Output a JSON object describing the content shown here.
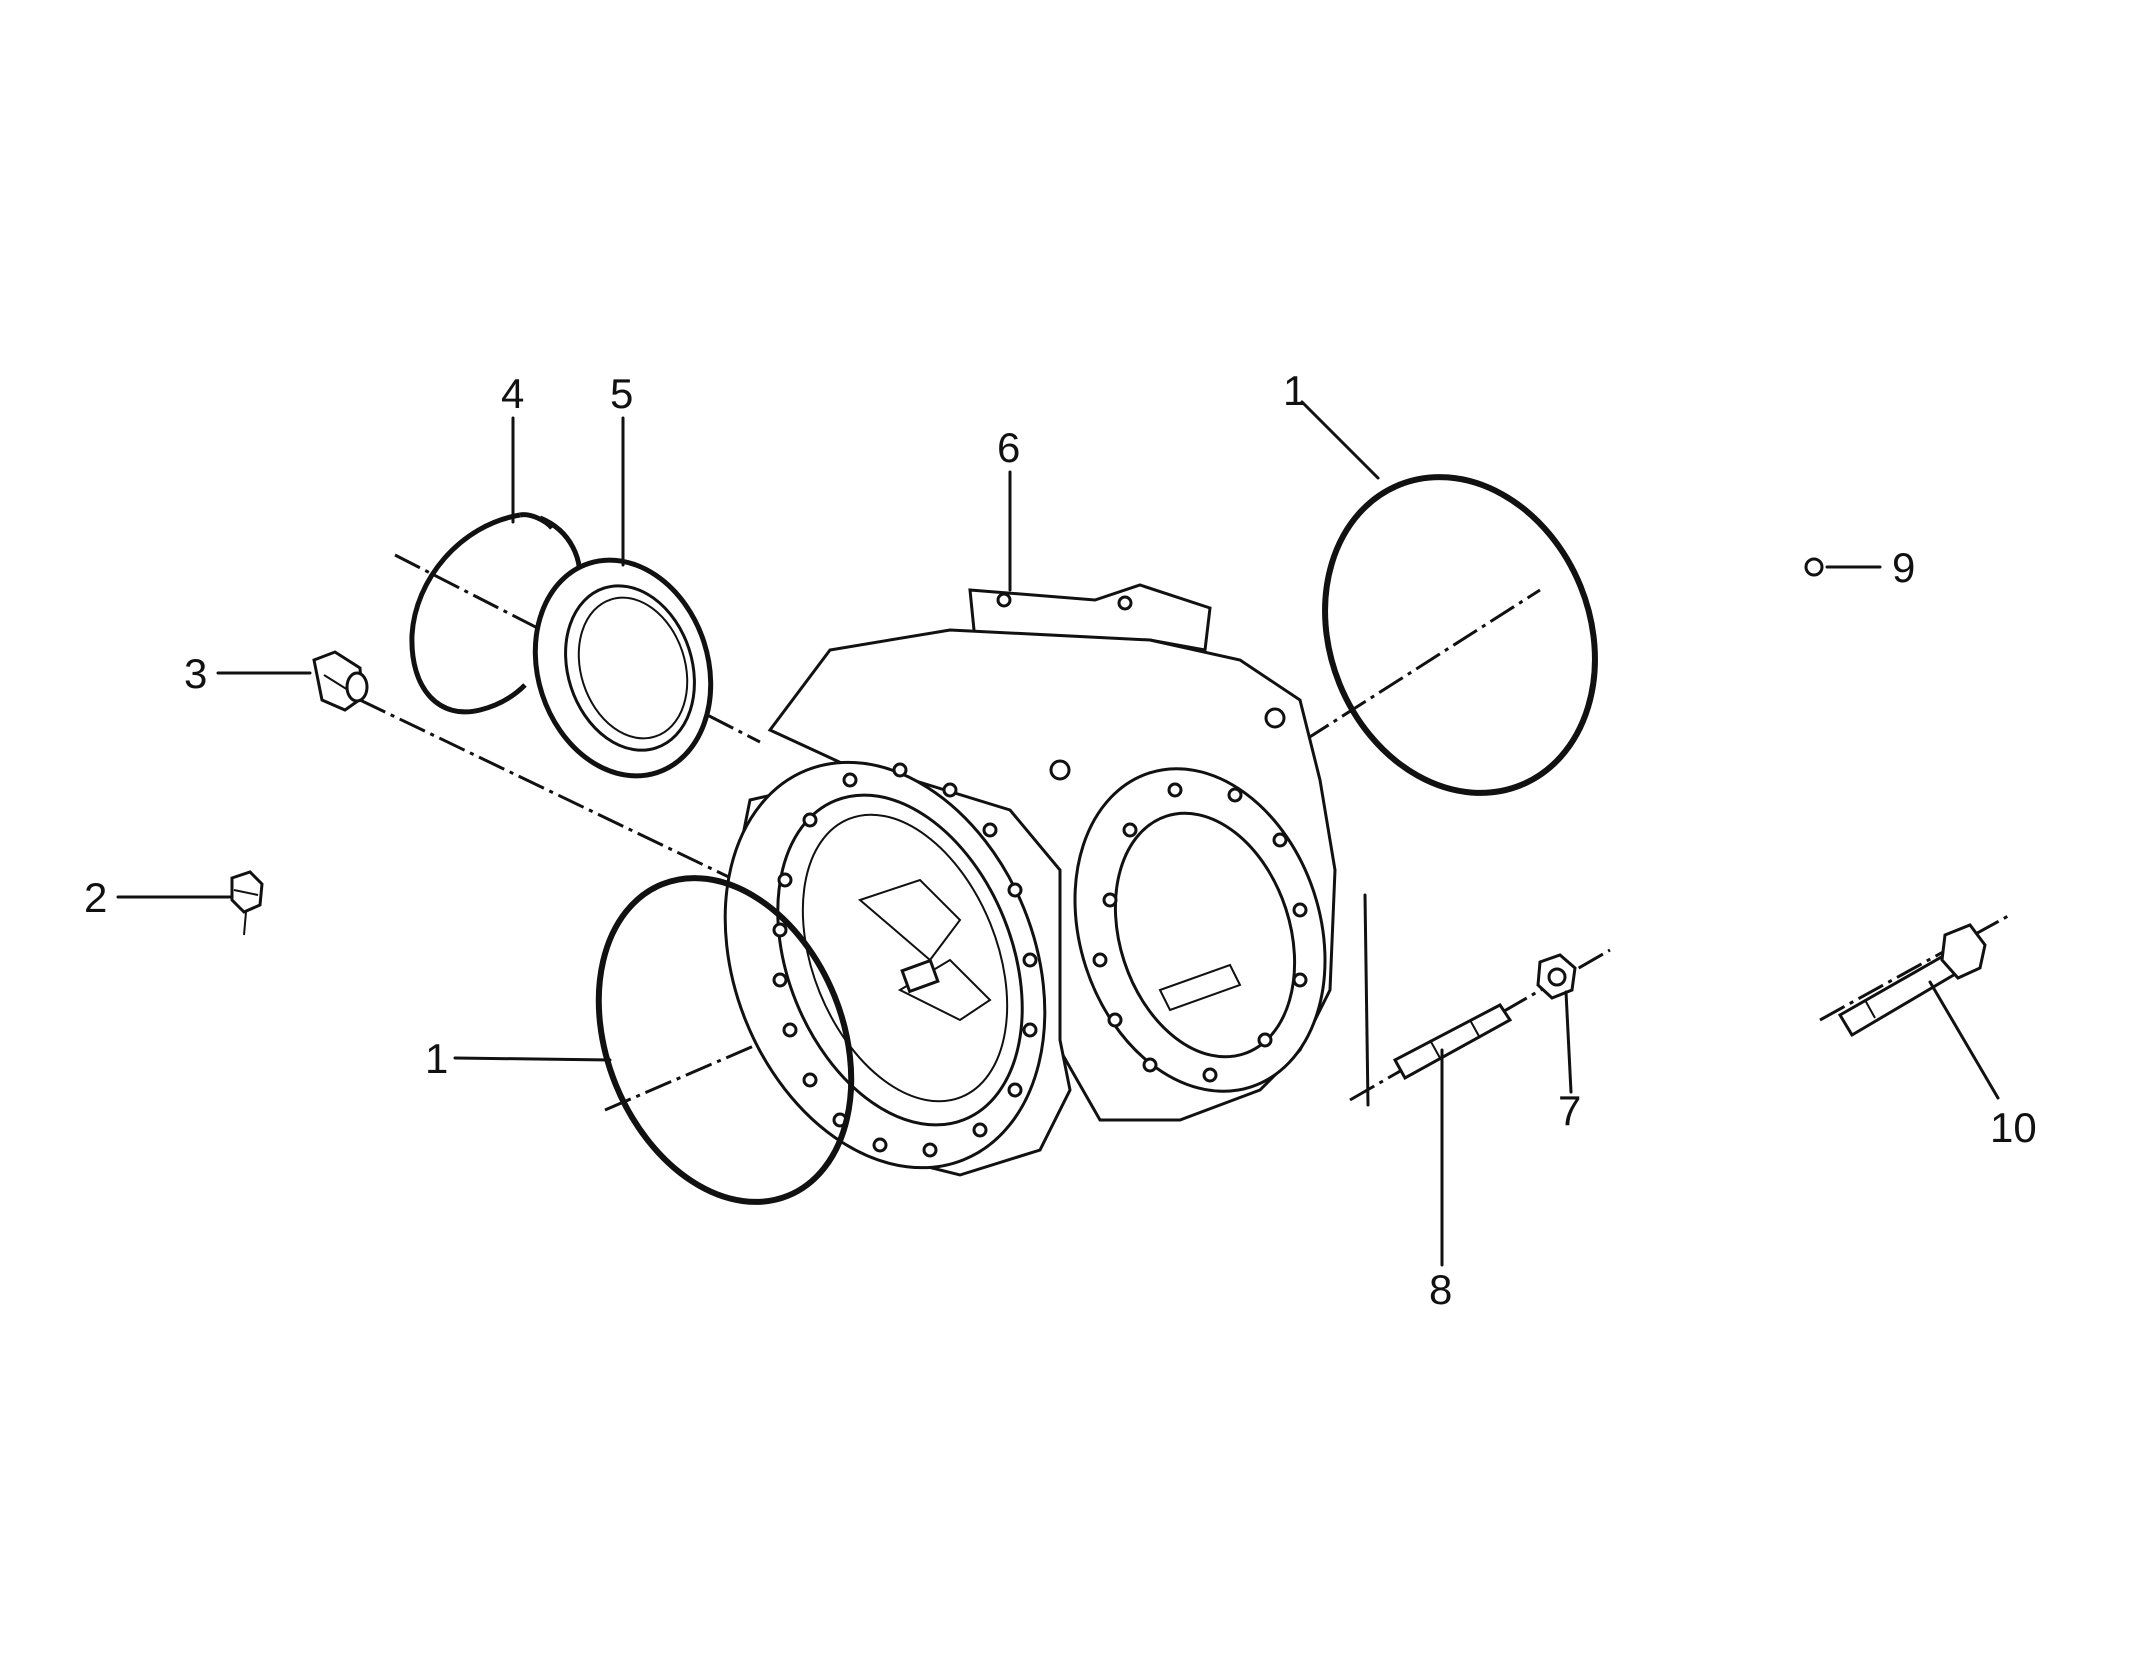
{
  "callouts": {
    "c1a": "1",
    "c1b": "1",
    "c2": "2",
    "c3": "3",
    "c4": "4",
    "c5": "5",
    "c6": "6",
    "c7": "7",
    "c8": "8",
    "c9": "9",
    "c10": "10"
  }
}
